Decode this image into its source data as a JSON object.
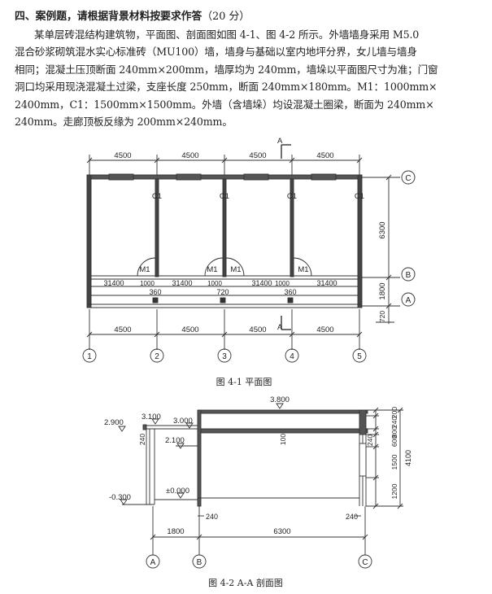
{
  "question": {
    "heading": "四、案例题，请根据背景材料按要求作答",
    "score": "（20 分）",
    "lines": [
      "某单层砖混结构建筑物，平面图、剖面图如图 4-1、图 4-2 所示。外墙墙身采用 M5.0",
      "混合砂浆砌筑混水实心标准砖（MU100）墙，墙身与基础以室内地坪分界，女儿墙与墙身",
      "相同；混凝土压顶断面 240mm×200mm，墙厚均为 240mm，墙垛以平面图尺寸为准；门窗",
      "洞口均采用现浇混凝土过梁，支座长度 250mm，断面 240mm×180mm。M1：1000mm×",
      "2400mm，C1：1500mm×1500mm。外墙（含墙垛）均设混凝土圈梁，断面为 240mm×",
      "240mm。走廊顶板反缘为 200mm×240mm。"
    ]
  },
  "plan": {
    "caption": "图 4-1   平面图",
    "top_dims": [
      "4500",
      "4500",
      "4500",
      "4500"
    ],
    "bottom_dims": [
      "4500",
      "4500",
      "4500",
      "4500"
    ],
    "section_mark": "A",
    "window_label": "C1",
    "door_label": "M1",
    "inner_dims": [
      "31400",
      "1000",
      "31400",
      "1000",
      "31400",
      "1000",
      "31400"
    ],
    "pier_dims": [
      "360",
      "720",
      "360"
    ],
    "right_dims": [
      "6300",
      "1800",
      "720"
    ],
    "axes_numeric": [
      "1",
      "2",
      "3",
      "4",
      "5"
    ],
    "axes_letter": [
      "C",
      "B",
      "A"
    ]
  },
  "section": {
    "caption": "图 4-2   A-A 剖面图",
    "elevations": {
      "roof": "3.800",
      "canopy_top": "3.100",
      "canopy_bottom": "3.000",
      "corridor_slab": "2.900",
      "lintel": "2.100",
      "floor": "±0.000",
      "ground": "-0.300"
    },
    "slab_thickness": "100",
    "wall_240_left": "240",
    "wall_240_mid": "240",
    "wall_240_bottom_b": "240",
    "wall_240_bottom_c": "240",
    "right_chain": [
      "200",
      "240",
      "800",
      "600",
      "1500",
      "1200"
    ],
    "right_inner": [
      "240"
    ],
    "total_height": "4100",
    "bottom_dims": [
      "1800",
      "6300"
    ],
    "axes": [
      "A",
      "B",
      "C"
    ]
  }
}
